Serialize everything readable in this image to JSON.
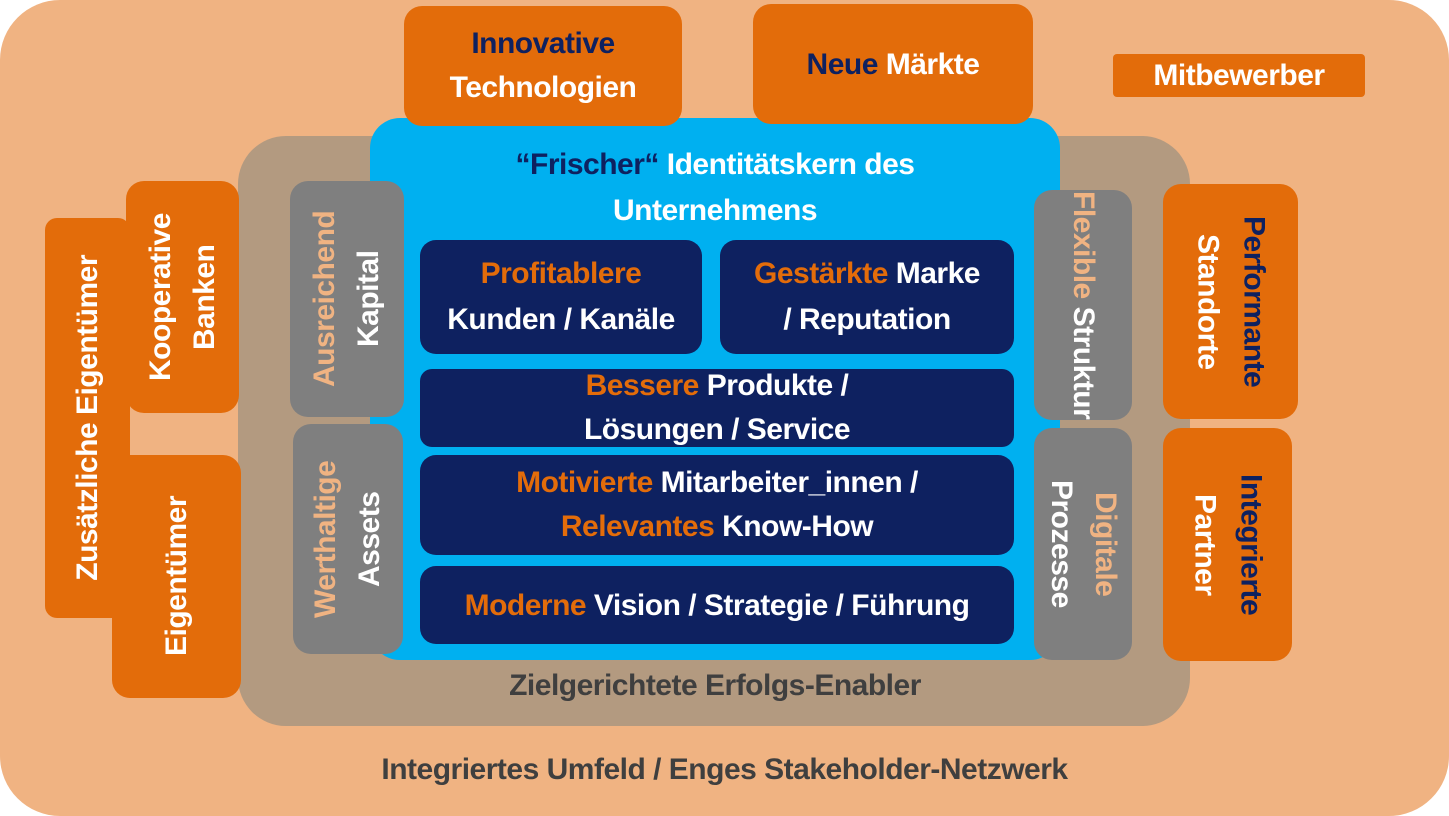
{
  "outer_label": "Integriertes Umfeld / Enges Stakeholder-Netzwerk",
  "enabler_label": "Zielgerichtete Erfolgs-Enabler",
  "core": {
    "title_quote": "“Frischer“",
    "title_rest": " Identitätskern des",
    "title_line2": "Unternehmens",
    "items": {
      "kunden": {
        "accent": "Profitablere",
        "line2": "Kunden / Kanäle"
      },
      "marke": {
        "accent": "Gestärkte",
        "rest": " Marke",
        "line2": "/ Reputation"
      },
      "produkte": {
        "accent": "Bessere",
        "rest": " Produkte /",
        "line2": "Lösungen / Service"
      },
      "mitarbeiter": {
        "accent": "Motivierte",
        "rest": " Mitarbeiter_innen /",
        "accent2": "Relevantes",
        "rest2": " Know-How"
      },
      "vision": {
        "accent": "Moderne",
        "rest": " Vision / Strategie / Führung"
      }
    }
  },
  "top": {
    "innovative_line1": "Innovative",
    "innovative_line2": "Technologien",
    "maerkte_a": "Neue",
    "maerkte_b": " Märkte",
    "mitbewerber": "Mitbewerber"
  },
  "left": {
    "zusaetzliche": "Zusätzliche Eigentümer",
    "kooperative_line1": "Kooperative",
    "kooperative_line2": "Banken",
    "eigentuemer": "Eigentümer",
    "kapital_line1": "Ausreichend",
    "kapital_line2": "Kapital",
    "assets_line1": "Werthaltige",
    "assets_line2": "Assets"
  },
  "right": {
    "struktur_line1": "Flexible",
    "struktur_line2": "Struktur",
    "prozesse_line1": "Digitale",
    "prozesse_line2": "Prozesse",
    "standorte_line1": "Performante",
    "standorte_line2": "Standorte",
    "partner_line1": "Integrierte",
    "partner_line2": "Partner"
  },
  "colors": {
    "outer": "#f0b382",
    "enabler": "#b39a80",
    "core": "#00b0f0",
    "navy": "#0e2160",
    "orange": "#e36c0a",
    "gray": "#7f7f7f"
  }
}
